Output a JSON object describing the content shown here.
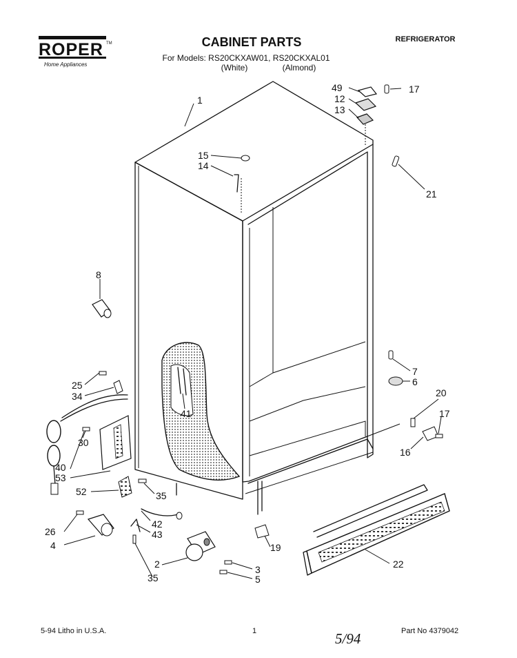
{
  "brand": {
    "name": "ROPER",
    "tm": "TM",
    "tagline": "Home Appliances"
  },
  "header": {
    "title": "CABINET PARTS",
    "category": "REFRIGERATOR",
    "models_line": "For Models: RS20CKXAW01, RS20CKXAL01",
    "color_white": "(White)",
    "color_almond": "(Almond)"
  },
  "callouts": [
    "1",
    "49",
    "17",
    "12",
    "13",
    "15",
    "14",
    "21",
    "8",
    "7",
    "6",
    "25",
    "34",
    "41",
    "20",
    "17",
    "30",
    "40",
    "16",
    "53",
    "52",
    "35",
    "26",
    "4",
    "42",
    "43",
    "19",
    "22",
    "2",
    "3",
    "35",
    "5"
  ],
  "footer": {
    "date": "5-94",
    "litho": "Litho in U.S.A.",
    "page": "1",
    "part_no": "Part No 4379042",
    "handwritten": "5/94"
  },
  "colors": {
    "ink": "#111111",
    "paper": "#ffffff",
    "shade": "#b8b8b8"
  }
}
